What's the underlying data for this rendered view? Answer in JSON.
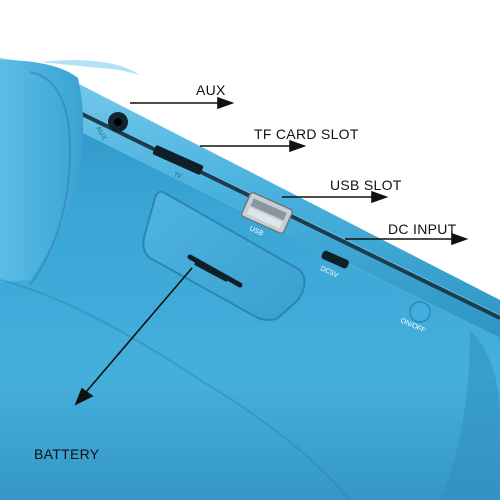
{
  "callouts": {
    "aux": "AUX",
    "tf_card_slot": "TF CARD SLOT",
    "usb_slot": "USB SLOT",
    "dc_input": "DC INPUT",
    "battery": "BATTERY"
  },
  "engravings": {
    "aux": "AUX",
    "tf": "TF",
    "usb": "USB",
    "dc": "DC5V",
    "onoff": "ON/OFF"
  },
  "colors": {
    "body": "#3aa6d6",
    "background": "#ffffff"
  }
}
